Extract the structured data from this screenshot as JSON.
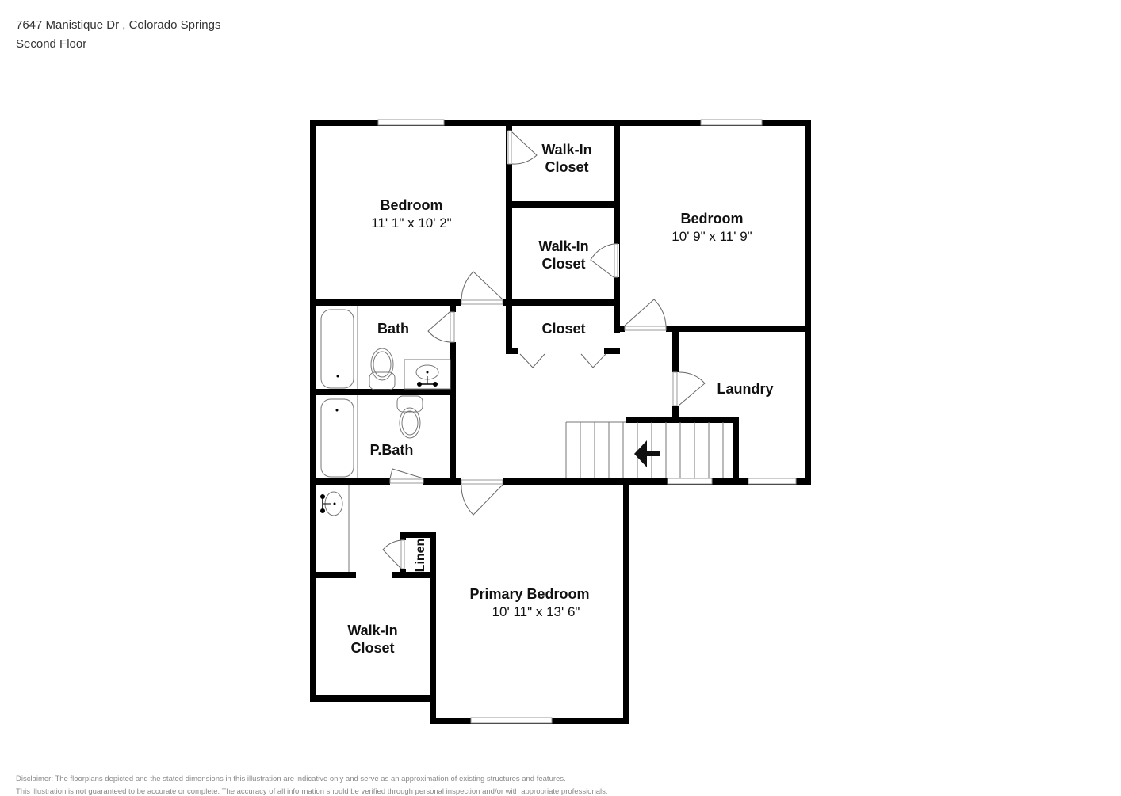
{
  "header": {
    "address": "7647 Manistique Dr , Colorado Springs",
    "floor": "Second Floor"
  },
  "disclaimer": {
    "line1": "Disclaimer: The floorplans depicted and the stated dimensions in this illustration are indicative only and serve as an approximation of existing structures and features.",
    "line2": "This illustration is not guaranteed to be accurate or complete. The accuracy of all information should be verified through personal inspection and/or with appropriate professionals."
  },
  "rooms": {
    "bedroom1": {
      "name": "Bedroom",
      "dims": "11' 1\" x 10' 2\""
    },
    "walkin1": {
      "line1": "Walk-In",
      "line2": "Closet"
    },
    "walkin2": {
      "line1": "Walk-In",
      "line2": "Closet"
    },
    "bedroom2": {
      "name": "Bedroom",
      "dims": "10' 9\" x 11' 9\""
    },
    "bath": {
      "name": "Bath"
    },
    "closet": {
      "name": "Closet"
    },
    "laundry": {
      "name": "Laundry"
    },
    "pbath": {
      "name": "P.Bath"
    },
    "linen": {
      "name": "Linen"
    },
    "primary": {
      "name": "Primary Bedroom",
      "dims": "10' 11\" x 13' 6\""
    },
    "walkin3": {
      "line1": "Walk-In",
      "line2": "Closet"
    }
  },
  "icons": {
    "stairs": "stairs-down-arrow-icon"
  }
}
